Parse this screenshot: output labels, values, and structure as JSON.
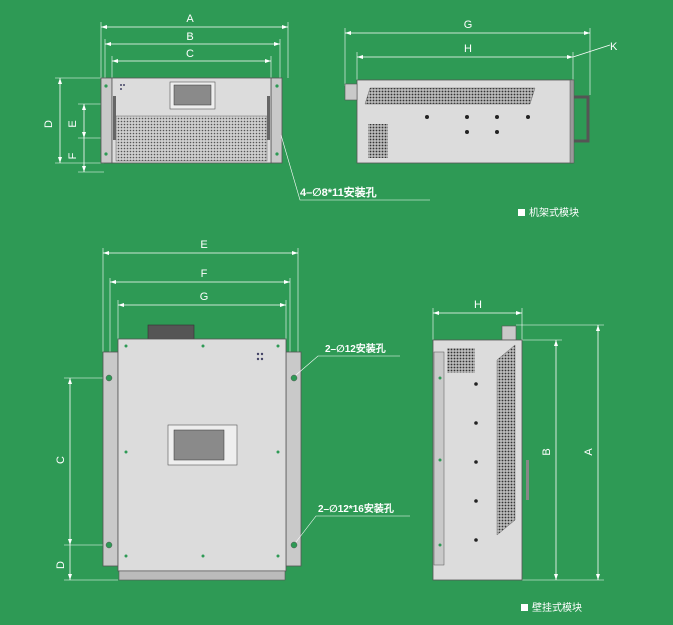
{
  "rack_view": {
    "front_dims": {
      "A": "A",
      "B": "B",
      "C": "C",
      "D": "D",
      "E": "E",
      "F": "F"
    },
    "side_dims": {
      "G": "G",
      "H": "H",
      "K": "K"
    },
    "hole_note": "4–∅8*11安装孔",
    "legend": "机架式模块"
  },
  "wall_view": {
    "front_dims": {
      "E": "E",
      "F": "F",
      "G": "G",
      "C": "C",
      "D": "D"
    },
    "side_dims": {
      "H": "H",
      "A": "A",
      "B": "B"
    },
    "hole_note_top": "2–∅12安装孔",
    "hole_note_bottom": "2–∅12*16安装孔",
    "legend": "壁挂式模块"
  },
  "colors": {
    "background": "#2e9a55",
    "line": "#ffffff",
    "panel": "#dcdcdc",
    "display": "#8a8a8a"
  }
}
